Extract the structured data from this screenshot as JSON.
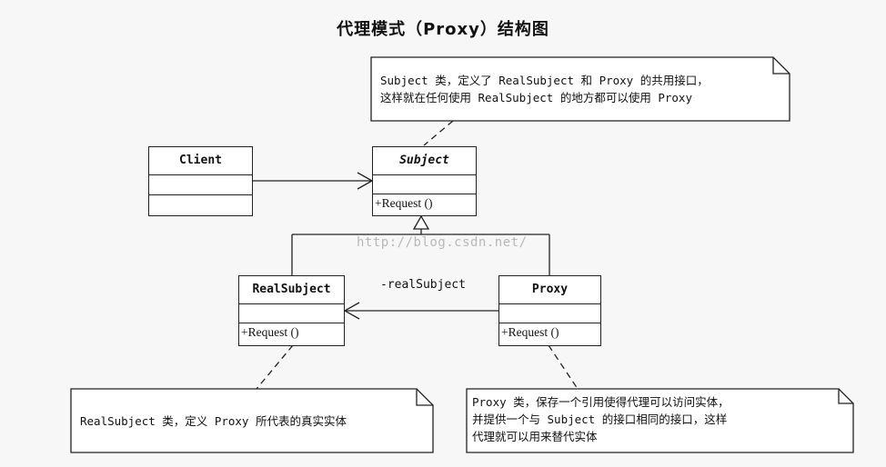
{
  "title": "代理模式（Proxy）结构图",
  "watermark": "http://blog.csdn.net/",
  "classes": {
    "client": {
      "name": "Client",
      "operation": ""
    },
    "subject": {
      "name": "Subject",
      "operation": "+Request ()"
    },
    "real_subject": {
      "name": "RealSubject",
      "operation": "+Request ()"
    },
    "proxy": {
      "name": "Proxy",
      "operation": "+Request ()"
    }
  },
  "association": {
    "label": "-realSubject"
  },
  "notes": {
    "subject": {
      "line1": "Subject 类，定义了 RealSubject 和 Proxy 的共用接口，",
      "line2": "这样就在任何使用 RealSubject 的地方都可以使用 Proxy"
    },
    "real_subject": {
      "line1": "RealSubject 类，定义 Proxy 所代表的真实实体"
    },
    "proxy": {
      "line1": "Proxy 类，保存一个引用使得代理可以访问实体，",
      "line2": "并提供一个与 Subject 的接口相同的接口，这样",
      "line3": "代理就可以用来替代实体"
    }
  }
}
